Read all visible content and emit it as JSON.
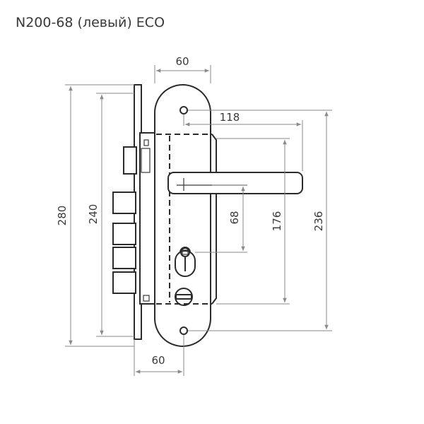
{
  "title": "N200-68 (левый) ECO",
  "dimensions": {
    "plate_width_top": "60",
    "handle_reach": "118",
    "body_height": "280",
    "lock_height": "240",
    "backset": "68",
    "center_distance": "176",
    "plate_height": "236",
    "lock_width_bottom": "60"
  }
}
